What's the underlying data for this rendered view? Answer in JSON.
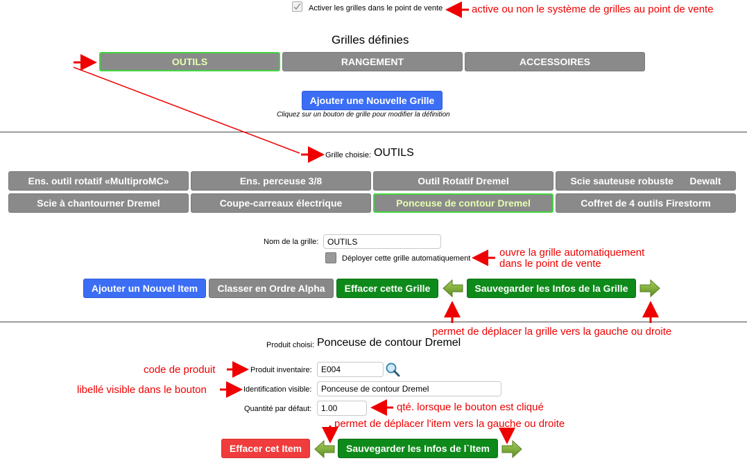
{
  "top": {
    "activate_label": "Activer les grilles dans le point de vente",
    "activate_note": "active ou non le système de grilles au point de vente"
  },
  "grids": {
    "title": "Grilles définies",
    "items": [
      "OUTILS",
      "RANGEMENT",
      "ACCESSOIRES"
    ],
    "selected": "OUTILS",
    "add_button": "Ajouter une Nouvelle Grille",
    "hint": "Cliquez sur un bouton de grille pour modifier la définition"
  },
  "chosen_grid": {
    "label": "Grille choisie:",
    "value": "OUTILS"
  },
  "items": {
    "row1": [
      "Ens. outil rotatif «MultiproMC»",
      "Ens. perceuse 3/8",
      "Outil Rotatif Dremel",
      "Scie sauteuse robuste      Dewalt"
    ],
    "row2": [
      "Scie à chantourner Dremel",
      "Coupe-carreaux électrique",
      "Ponceuse de contour Dremel",
      "Coffret de 4 outils Firestorm"
    ],
    "selected": "Ponceuse de contour Dremel"
  },
  "grid_form": {
    "name_label": "Nom de la grille:",
    "name_value": "OUTILS",
    "deploy_label": "Déployer cette grille automatiquement",
    "deploy_note_1": "ouvre la grille automatiquement",
    "deploy_note_2": "dans le point de vente",
    "btn_add_item": "Ajouter un Nouvel Item",
    "btn_sort": "Classer en Ordre Alpha",
    "btn_delete_grid": "Effacer cette Grille",
    "btn_save_grid": "Sauvegarder les Infos de la Grille",
    "move_note": "permet de déplacer la grille vers la gauche ou droite"
  },
  "item_form": {
    "chosen_label": "Produit choisi:",
    "chosen_value": "Ponceuse de contour Dremel",
    "code_note": "code de produit",
    "inventory_label": "Produit inventaire:",
    "inventory_value": "E004",
    "visible_note": "libellé visible dans le bouton",
    "visible_label": "Identification visible:",
    "visible_value": "Ponceuse de contour Dremel",
    "qty_label": "Quantité par défaut:",
    "qty_value": "1.00",
    "qty_note": "qté. lorsque le bouton est cliqué",
    "move_note": "permet de déplacer l'item vers la gauche ou droite",
    "btn_delete_item": "Effacer cet Item",
    "btn_save_item": "Sauvegarder les Infos de l`Item"
  },
  "colors": {
    "annotation": "#ee0000",
    "button_gray": "#8a8a8a",
    "button_blue": "#3b6ef5",
    "button_green": "#0e8a1a",
    "button_red": "#f03c3c",
    "selected_border": "#42d642"
  }
}
